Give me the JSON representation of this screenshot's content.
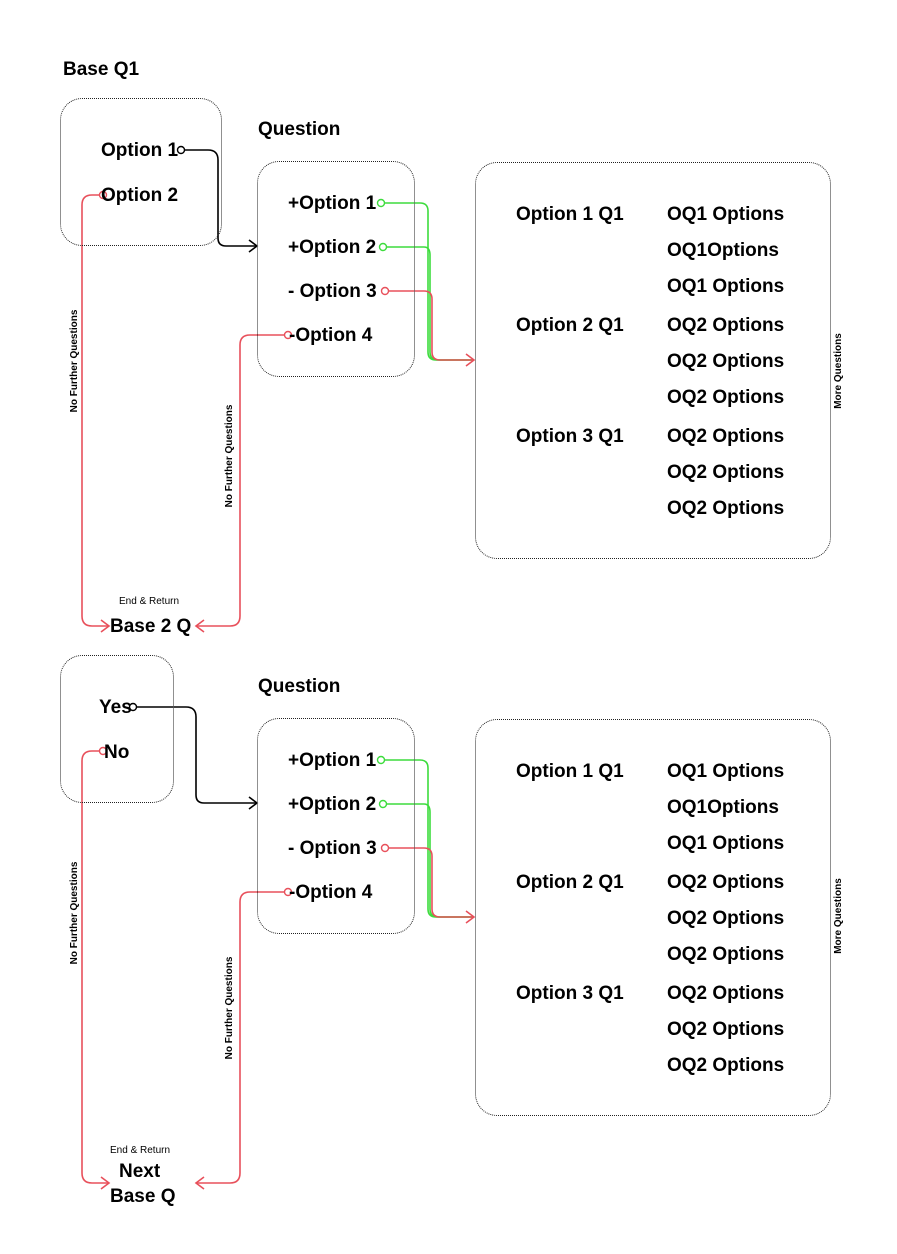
{
  "colors": {
    "black": "#000000",
    "red": "#e8505b",
    "green": "#3ddc3d"
  },
  "flow1": {
    "base_title": "Base Q1",
    "base_options": [
      "Option 1",
      "Option 2"
    ],
    "question_title": "Question",
    "question_options": [
      "+Option 1",
      "+Option 2",
      "- Option 3",
      "-Option 4"
    ],
    "details": [
      {
        "label": "Option 1 Q1",
        "options": [
          "OQ1 Options",
          "OQ1Options",
          "OQ1 Options"
        ]
      },
      {
        "label": "Option 2 Q1",
        "options": [
          "OQ2 Options",
          "OQ2 Options",
          "OQ2 Options"
        ]
      },
      {
        "label": "Option 3 Q1",
        "options": [
          "OQ2 Options",
          "OQ2 Options",
          "OQ2 Options"
        ]
      }
    ],
    "more_questions": "More Questions",
    "no_further_left": "No Further Questions",
    "no_further_mid": "No Further Questions",
    "end_return": "End & Return",
    "target": "Base 2 Q"
  },
  "flow2": {
    "base_options": [
      "Yes",
      "No"
    ],
    "question_title": "Question",
    "question_options": [
      "+Option 1",
      "+Option 2",
      "- Option 3",
      "-Option 4"
    ],
    "details": [
      {
        "label": "Option 1 Q1",
        "options": [
          "OQ1 Options",
          "OQ1Options",
          "OQ1 Options"
        ]
      },
      {
        "label": "Option 2 Q1",
        "options": [
          "OQ2 Options",
          "OQ2 Options",
          "OQ2 Options"
        ]
      },
      {
        "label": "Option 3 Q1",
        "options": [
          "OQ2 Options",
          "OQ2 Options",
          "OQ2 Options"
        ]
      }
    ],
    "more_questions": "More Questions",
    "no_further_left": "No Further Questions",
    "no_further_mid": "No Further Questions",
    "end_return": "End & Return",
    "target_line1": "Next",
    "target_line2": "Base Q"
  }
}
